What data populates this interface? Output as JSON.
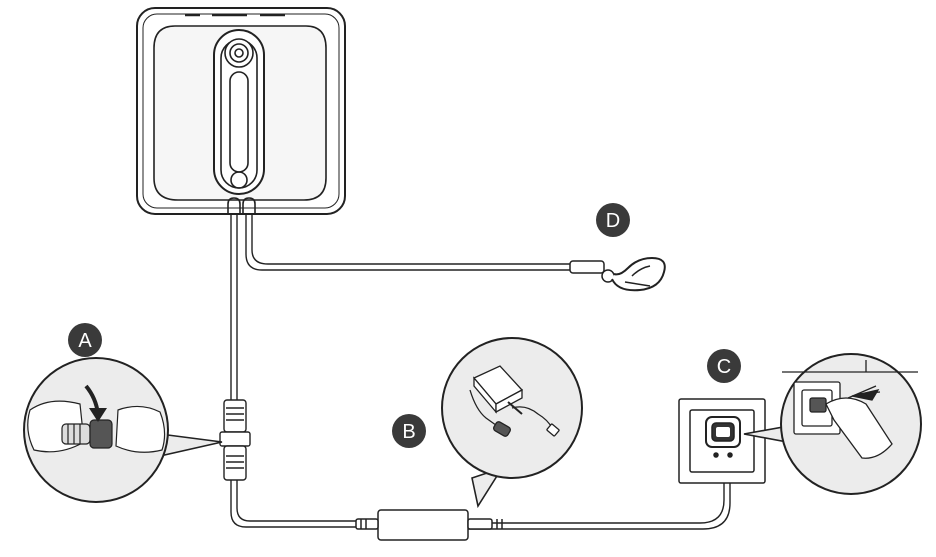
{
  "diagram": {
    "labels": {
      "a": "A",
      "b": "B",
      "c": "C",
      "d": "D"
    },
    "colors": {
      "line": "#222222",
      "badge": "#3a3a3a",
      "bubble_fill": "#ececec",
      "background": "#ffffff"
    }
  }
}
